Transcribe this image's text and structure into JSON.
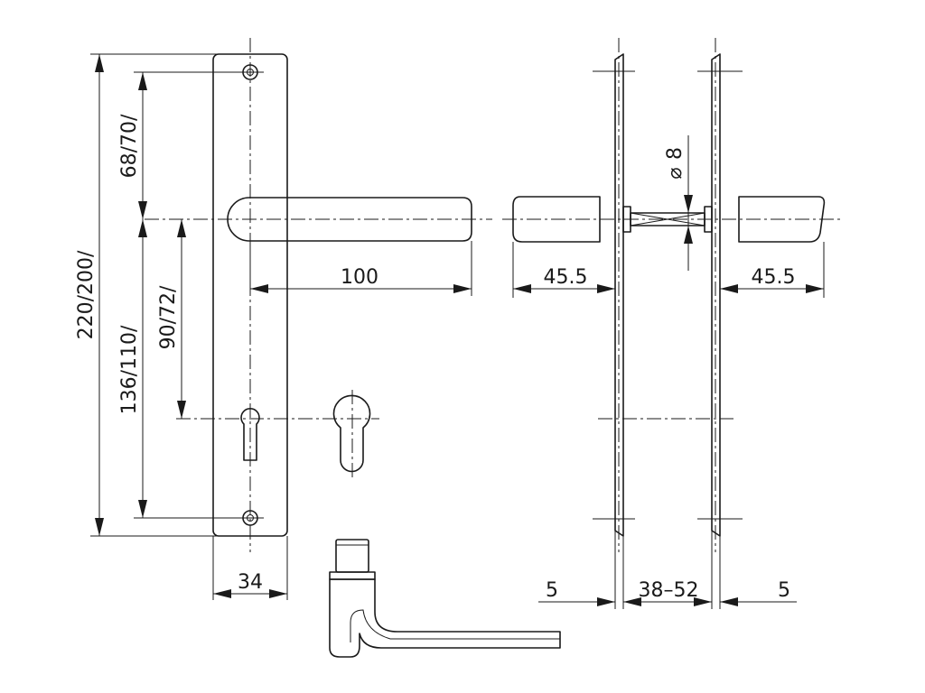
{
  "dimensions": {
    "plate_height": "220/200/",
    "upper_hole_to_handle": "68/70/",
    "lower_hole_to_handle": "136/110/",
    "handle_to_keyhole": "90/72/",
    "handle_length": "100",
    "plate_width": "34",
    "handle_projection_left": "45.5",
    "handle_projection_right": "45.5",
    "spindle_square": "8",
    "door_thickness": "38–52",
    "plate_thickness_left": "5",
    "plate_thickness_right": "5"
  },
  "symbols": {
    "diameter": "⌀"
  }
}
